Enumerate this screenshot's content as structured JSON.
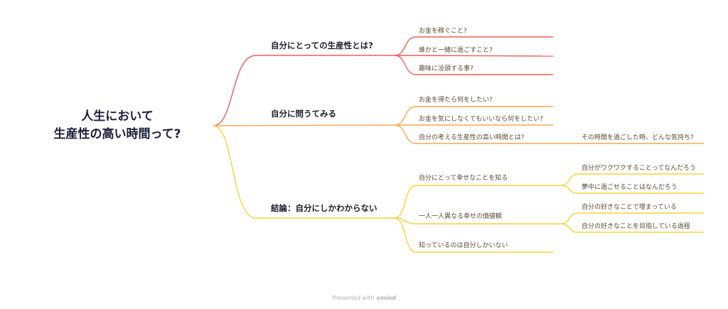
{
  "root": {
    "line1": "人生において",
    "line2": "生産性の高い時間って?"
  },
  "colors": {
    "branch1": "#f25c5c",
    "branch2": "#f9a651",
    "branch3": "#f5d338"
  },
  "branches": [
    {
      "label": "自分にとっての生産性とは?",
      "children": [
        {
          "label": "お金を稼ぐこと?"
        },
        {
          "label": "誰かと一緒に過ごすこと?"
        },
        {
          "label": "趣味に没頭する事?"
        }
      ]
    },
    {
      "label": "自分に問うてみる",
      "children": [
        {
          "label": "お金を得たら何をしたい?"
        },
        {
          "label": "お金を気にしなくてもいいなら何をしたい?"
        },
        {
          "label": "自分の考える生産性の高い時間とは?",
          "children": [
            {
              "label": "その時間を過ごした時、どんな気持ち?"
            }
          ]
        }
      ]
    },
    {
      "label": "結論：自分にしかわからない",
      "children": [
        {
          "label": "自分にとって幸せなことを知る",
          "children": [
            {
              "label": "自分がワクワクすることってなんだろう"
            },
            {
              "label": "夢中に過ごせることはなんだろう"
            }
          ]
        },
        {
          "label": "一人一人異なる幸せの価値観",
          "children": [
            {
              "label": "自分の好きなことで埋まっている"
            },
            {
              "label": "自分の好きなことを目指している過程"
            }
          ]
        },
        {
          "label": "知っているのは自分しかいない"
        }
      ]
    }
  ],
  "footer": {
    "prefix": "Presented with",
    "brand": "xmind"
  }
}
